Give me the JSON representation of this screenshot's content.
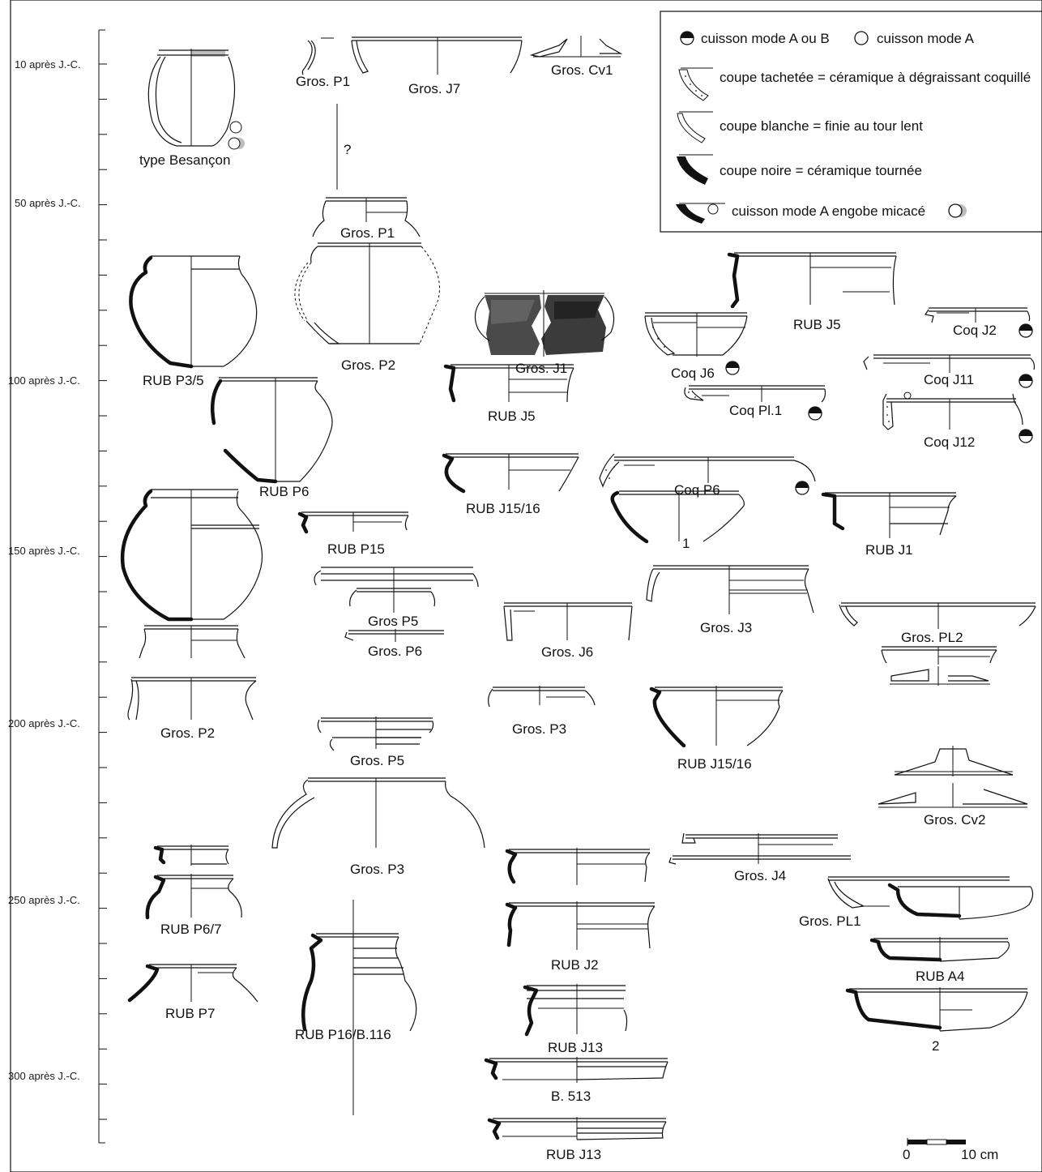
{
  "figure_type": "chronological typology of pottery forms",
  "timeline": {
    "labels": [
      {
        "text": "10 après J.-C.",
        "year": 10
      },
      {
        "text": "50 après J.-C.",
        "year": 50
      },
      {
        "text": "100 après J.-C.",
        "year": 100
      },
      {
        "text": "150 après J.-C.",
        "year": 150
      },
      {
        "text": "200 après J.-C.",
        "year": 200
      },
      {
        "text": "250 après J.-C.",
        "year": 250
      },
      {
        "text": "300 après J.-C.",
        "year": 300
      }
    ]
  },
  "legend": {
    "items": [
      {
        "text": "cuisson mode A ou B"
      },
      {
        "text": "cuisson mode A"
      },
      {
        "text": "coupe tachetée = céramique à dégraissant coquillé"
      },
      {
        "text": "coupe blanche = finie au tour lent"
      },
      {
        "text": "coupe noire = céramique tournée"
      },
      {
        "text": "cuisson mode A engobe micacé"
      }
    ]
  },
  "vessels": {
    "type_besancon": "type Besançon",
    "gros_p1_a": "Gros. P1",
    "gros_j7": "Gros. J7",
    "gros_cv1": "Gros. Cv1",
    "question": "?",
    "gros_p1_b": "Gros. P1",
    "gros_p2_a": "Gros. P2",
    "rub_p3_5": "RUB P3/5",
    "gros_j1": "Gros. J1",
    "coq_j6": "Coq J6",
    "rub_j5_a": "RUB J5",
    "coq_j2": "Coq J2",
    "coq_j11": "Coq J11",
    "coq_pl1": "Coq Pl.1",
    "coq_j12": "Coq J12",
    "rub_p6": "RUB P6",
    "rub_j5_b": "RUB J5",
    "coq_p6": "Coq P6",
    "rub_j15_16_a": "RUB J15/16",
    "rub_p15": "RUB P15",
    "num_1": "1",
    "rub_j1": "RUB J1",
    "gros_p5_a": "Gros P5",
    "gros_p6": "Gros. P6",
    "gros_j6": "Gros. J6",
    "gros_j3": "Gros. J3",
    "gros_pl2": "Gros. PL2",
    "gros_p2_b": "Gros. P2",
    "gros_p3_a": "Gros. P3",
    "rub_j15_16_b": "RUB J15/16",
    "gros_p5_b": "Gros. P5",
    "gros_cv2": "Gros. Cv2",
    "gros_p3_b": "Gros. P3",
    "gros_j4": "Gros. J4",
    "rub_p6_7": "RUB P6/7",
    "gros_pl1": "Gros. PL1",
    "rub_j2": "RUB J2",
    "rub_a4": "RUB A4",
    "rub_p7": "RUB P7",
    "rub_p16_b116": "RUB P16/B.116",
    "rub_j13_a": "RUB J13",
    "num_2": "2",
    "b513": "B. 513",
    "rub_j13_b": "RUB J13"
  },
  "scale": {
    "zero": "0",
    "label": "10 cm"
  }
}
